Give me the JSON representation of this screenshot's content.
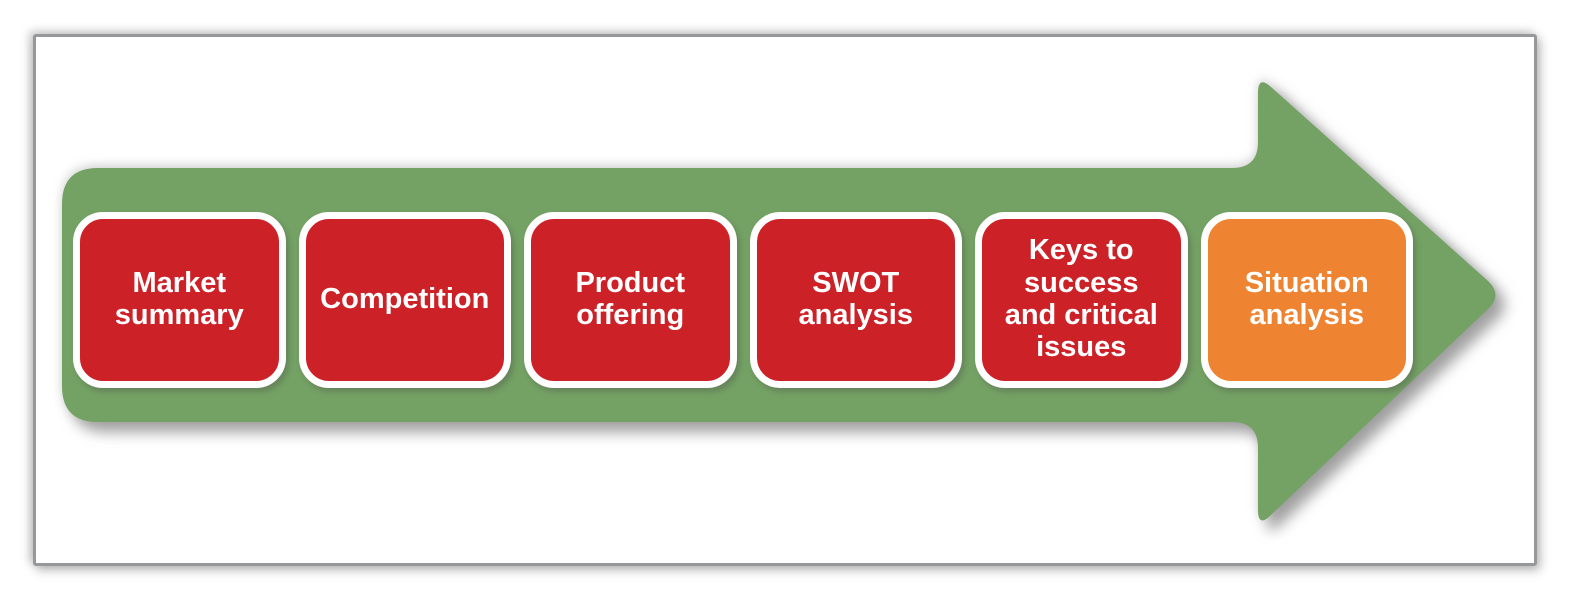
{
  "diagram": {
    "kind": "process-flow-arrow",
    "direction": "right"
  },
  "arrow": {
    "color": "#74a264"
  },
  "steps": [
    {
      "label": "Market\nsummary",
      "color": "#cd2128"
    },
    {
      "label": "Competition",
      "color": "#cd2128"
    },
    {
      "label": "Product\noffering",
      "color": "#cd2128"
    },
    {
      "label": "SWOT\nanalysis",
      "color": "#cd2128"
    },
    {
      "label": "Keys to\nsuccess\nand critical\nissues",
      "color": "#cd2128"
    },
    {
      "label": "Situation\nanalysis",
      "color": "#ee8431"
    }
  ],
  "colors": {
    "background": "#ffffff",
    "frame_border": "#95999c",
    "box_border": "#ffffff",
    "text": "#ffffff",
    "shadow": "#8c8c8c"
  }
}
